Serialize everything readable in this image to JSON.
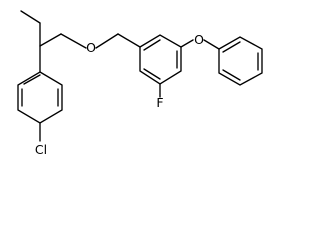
{
  "molecule": {
    "atoms": {
      "oxygen_ether": "O",
      "oxygen_phenoxy": "O",
      "fluorine": "F",
      "chlorine": "Cl"
    }
  },
  "colors": {
    "bond": "#000000",
    "background": "#ffffff"
  }
}
